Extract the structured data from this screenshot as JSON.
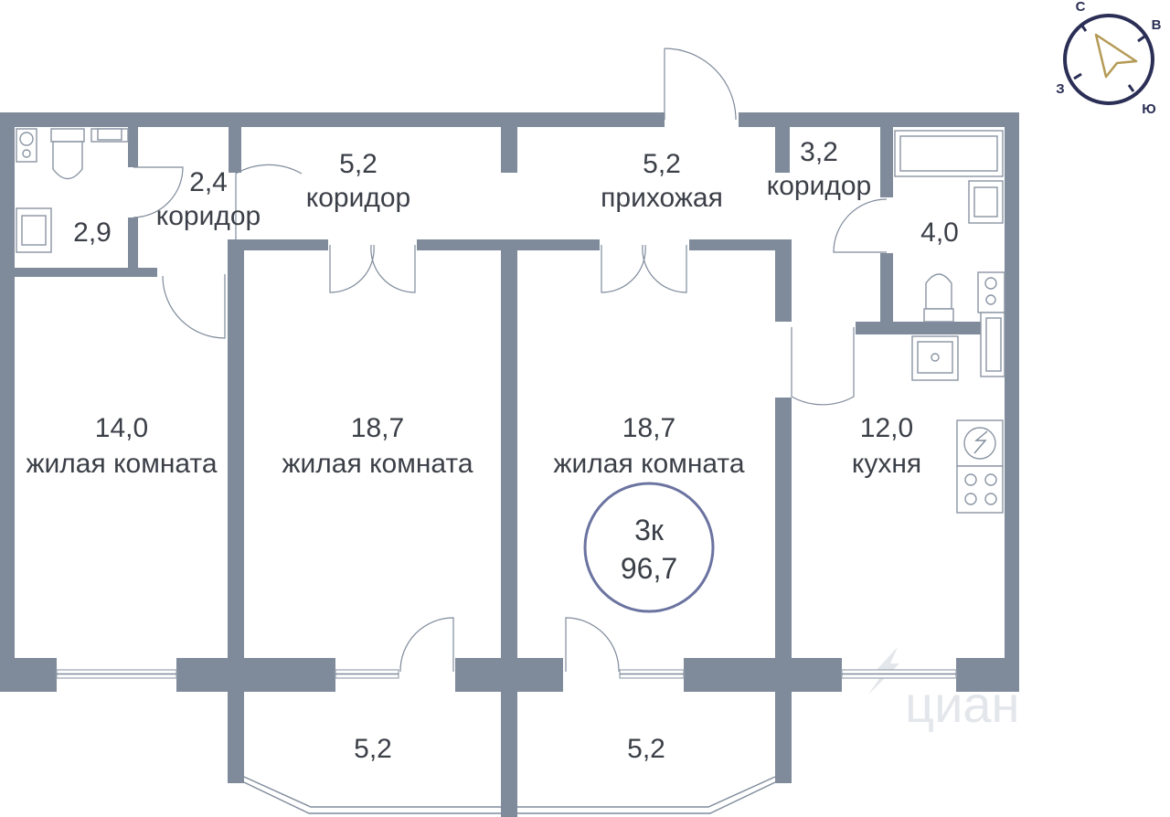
{
  "plan": {
    "badge": {
      "type": "3к",
      "total_area": "96,7"
    },
    "rooms": [
      {
        "id": "bath-left",
        "area": "2,9",
        "name": ""
      },
      {
        "id": "corridor-left",
        "area": "2,4",
        "name": "коридор"
      },
      {
        "id": "corridor-mid",
        "area": "5,2",
        "name": "коридор"
      },
      {
        "id": "hallway",
        "area": "5,2",
        "name": "прихожая"
      },
      {
        "id": "corridor-right",
        "area": "3,2",
        "name": "коридор"
      },
      {
        "id": "bath-right",
        "area": "4,0",
        "name": ""
      },
      {
        "id": "room-1",
        "area": "14,0",
        "name": "жилая комната"
      },
      {
        "id": "room-2",
        "area": "18,7",
        "name": "жилая комната"
      },
      {
        "id": "room-3",
        "area": "18,7",
        "name": "жилая комната"
      },
      {
        "id": "kitchen",
        "area": "12,0",
        "name": "кухня"
      },
      {
        "id": "balcony-1",
        "area": "5,2",
        "name": ""
      },
      {
        "id": "balcony-2",
        "area": "5,2",
        "name": ""
      }
    ]
  },
  "compass": {
    "north": "С",
    "east": "В",
    "south": "Ю",
    "west": "З"
  },
  "watermark": "циан",
  "colors": {
    "wall": "#7f8b9b",
    "badge_ring": "#6b73a0",
    "compass": "#2b2e55",
    "compass_arrow": "#b49a55"
  }
}
